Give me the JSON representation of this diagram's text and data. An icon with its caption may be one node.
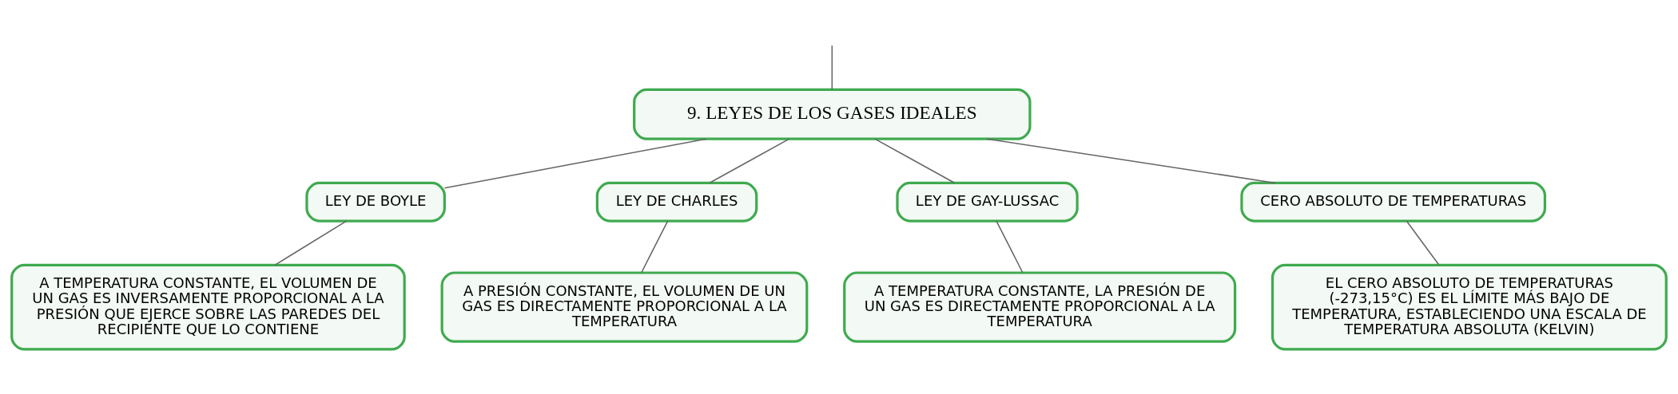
{
  "diagram": {
    "nodes": [
      {
        "text": [
          "9. LEYES DE LOS GASES IDEALES"
        ]
      },
      {
        "text": [
          "LEY DE BOYLE"
        ]
      },
      {
        "text": [
          "LEY DE CHARLES"
        ]
      },
      {
        "text": [
          "LEY DE GAY-LUSSAC"
        ]
      },
      {
        "text": [
          "CERO ABSOLUTO DE TEMPERATURAS"
        ]
      },
      {
        "text": [
          "A TEMPERATURA CONSTANTE, EL VOLUMEN DE UN GAS ES INVERSAMENTE PROPORCIONAL A LA PRESIÓN QUE EJERCE SOBRE LAS PAREDES DEL RECIPIENTE QUE LO CONTIENE"
        ]
      },
      {
        "text": [
          "A PRESIÓN CONSTANTE, EL VOLUMEN DE UN GAS ES DIRECTAMENTE PROPORCIONAL A LA TEMPERATURA"
        ]
      },
      {
        "text": [
          "A TEMPERATURA CONSTANTE, LA PRESIÓN DE UN GAS ES DIRECTAMENTE PROPORCIONAL A LA TEMPERATURA"
        ]
      },
      {
        "text": [
          "EL CERO ABSOLUTO DE TEMPERATURAS (-273,15°C) ES EL LÍMITE MÁS BAJO DE TEMPERATURA, ESTABLECIENDO UNA ESCALA DE TEMPERATURA ABSOLUTA (KELVIN)"
        ]
      }
    ],
    "edges": [
      {
        "from": null,
        "to": 0,
        "arrow": "none"
      },
      {
        "from": 0,
        "to": 1,
        "arrow": "none"
      },
      {
        "from": 0,
        "to": 2,
        "arrow": "none"
      },
      {
        "from": 0,
        "to": 3,
        "arrow": "none"
      },
      {
        "from": 0,
        "to": 4,
        "arrow": "none"
      },
      {
        "from": 1,
        "to": 5,
        "arrow": "none"
      },
      {
        "from": 2,
        "to": 6,
        "arrow": "none"
      },
      {
        "from": 3,
        "to": 7,
        "arrow": "none"
      },
      {
        "from": 4,
        "to": 8,
        "arrow": "none"
      }
    ]
  }
}
